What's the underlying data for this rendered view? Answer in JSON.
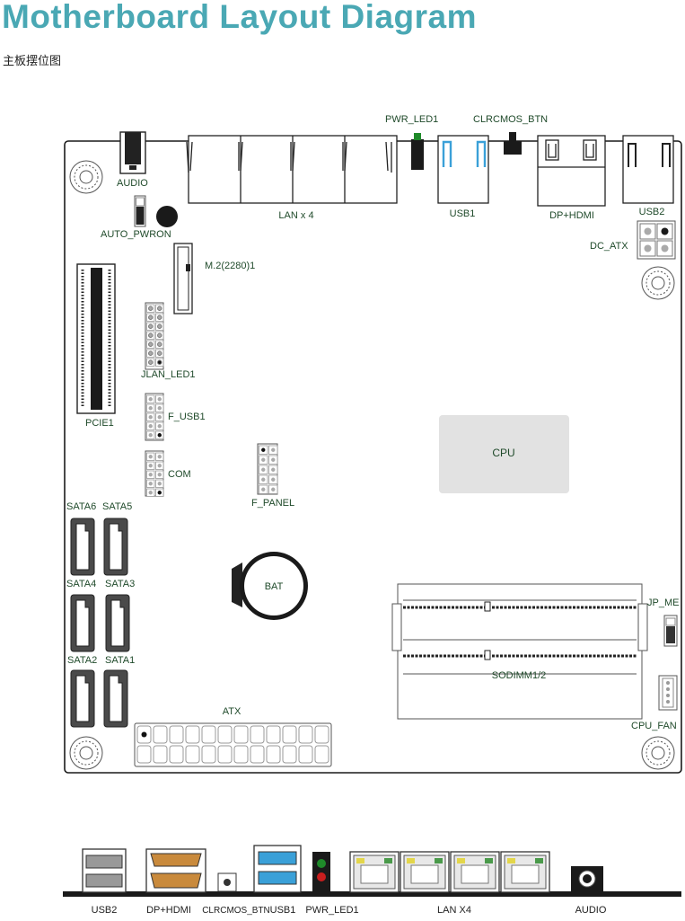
{
  "header": {
    "title": "Motherboard Layout Diagram",
    "subtitle": "主板摆位图"
  },
  "board_labels": {
    "pwr_led1": "PWR_LED1",
    "clrcmos_btn": "CLRCMOS_BTN",
    "audio": "AUDIO",
    "lan": "LAN x 4",
    "usb1": "USB1",
    "dp_hdmi": "DP+HDMI",
    "usb2": "USB2",
    "dc_atx": "DC_ATX",
    "auto_pwron": "AUTO_PWRON",
    "m2": "M.2(2280)1",
    "jlan_led1": "JLAN_LED1",
    "f_usb1": "F_USB1",
    "pcie1": "PCIE1",
    "com": "COM",
    "f_panel": "F_PANEL",
    "cpu": "CPU",
    "sata6": "SATA6",
    "sata5": "SATA5",
    "sata4": "SATA4",
    "sata3": "SATA3",
    "sata2": "SATA2",
    "sata1": "SATA1",
    "bat": "BAT",
    "jp_me": "JP_ME",
    "sodimm": "SODIMM1/2",
    "cpu_fan": "CPU_FAN",
    "atx": "ATX"
  },
  "rear_labels": {
    "usb2": "USB2",
    "dp_hdmi": "DP+HDMI",
    "clrcmos_btn": "CLRCMOS_BTN",
    "usb1": "USB1",
    "pwr_led1": "PWR_LED1",
    "lan": "LAN X4",
    "audio": "AUDIO"
  },
  "colors": {
    "title": "#4aa8b4",
    "label": "#1f4a2a",
    "usb_blue": "#3aa0d8",
    "cpu_fill": "#e2e2e2",
    "hdmi_orange": "#c98a3c",
    "led_green": "#1f8a2a",
    "led_red": "#c81e1e",
    "lan_led": "#e3d64a"
  }
}
